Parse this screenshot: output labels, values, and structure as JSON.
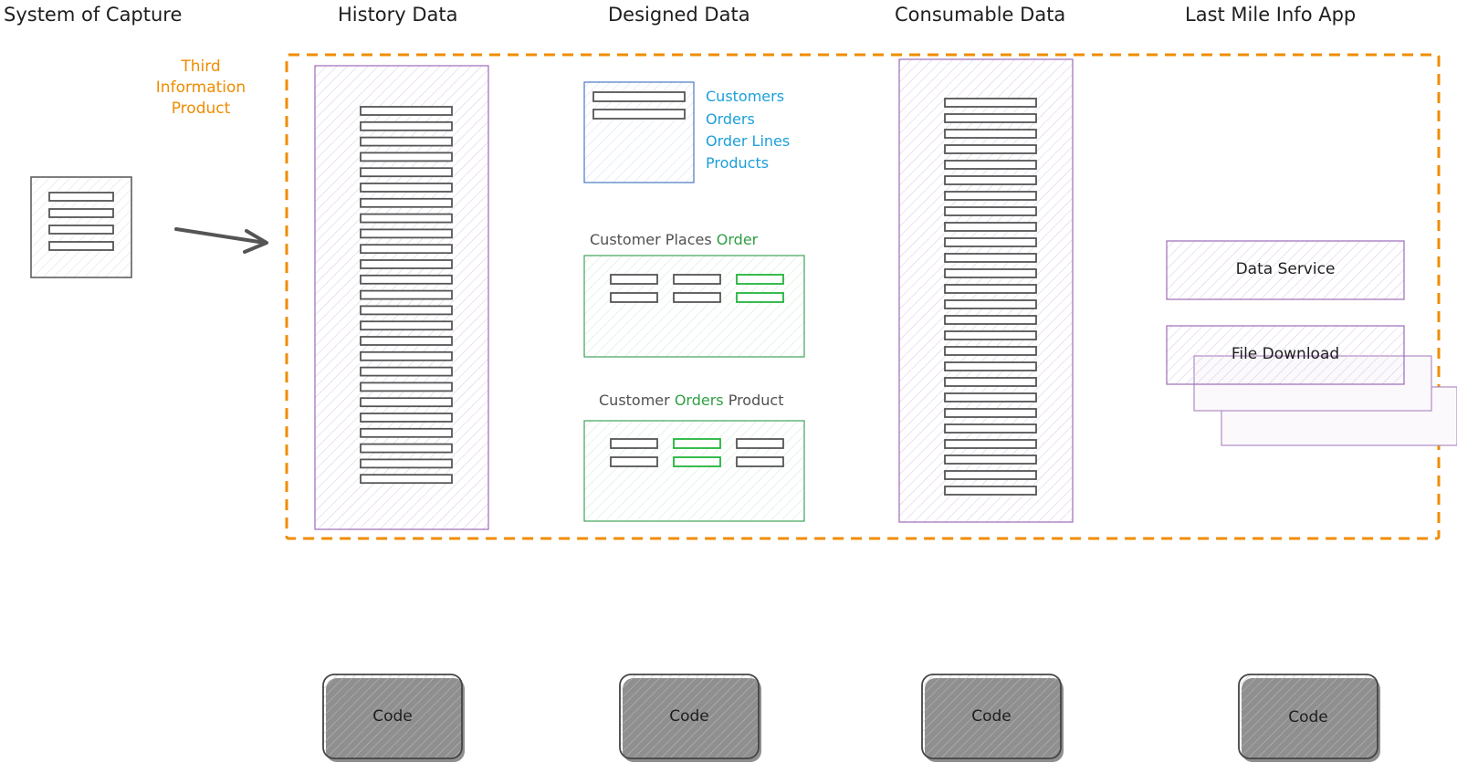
{
  "headers": {
    "system_of_capture": "System of Capture",
    "history_data": "History Data",
    "designed_data": "Designed Data",
    "consumable_data": "Consumable Data",
    "last_mile_info_app": "Last Mile Info App"
  },
  "third_information_product": [
    "Third",
    "Information",
    "Product"
  ],
  "entities": [
    "Customers",
    "Orders",
    "Order Lines",
    "Products"
  ],
  "customer_places_order": {
    "prefix": "Customer Places ",
    "highlight": "Order"
  },
  "customer_orders_product": {
    "prefix": "Customer ",
    "highlight": "Orders",
    "suffix": " Product"
  },
  "last_mile": {
    "data_service": "Data Service",
    "file_download": "File Download"
  },
  "code_label": "Code",
  "colors": {
    "orange": "#f08c00",
    "purple": "#9c6bb8",
    "blue": "#4a78c2",
    "green": "#2f9e44",
    "bright_green": "#22b53a",
    "cyan_text": "#1c9fd9",
    "gray": "#555555"
  }
}
